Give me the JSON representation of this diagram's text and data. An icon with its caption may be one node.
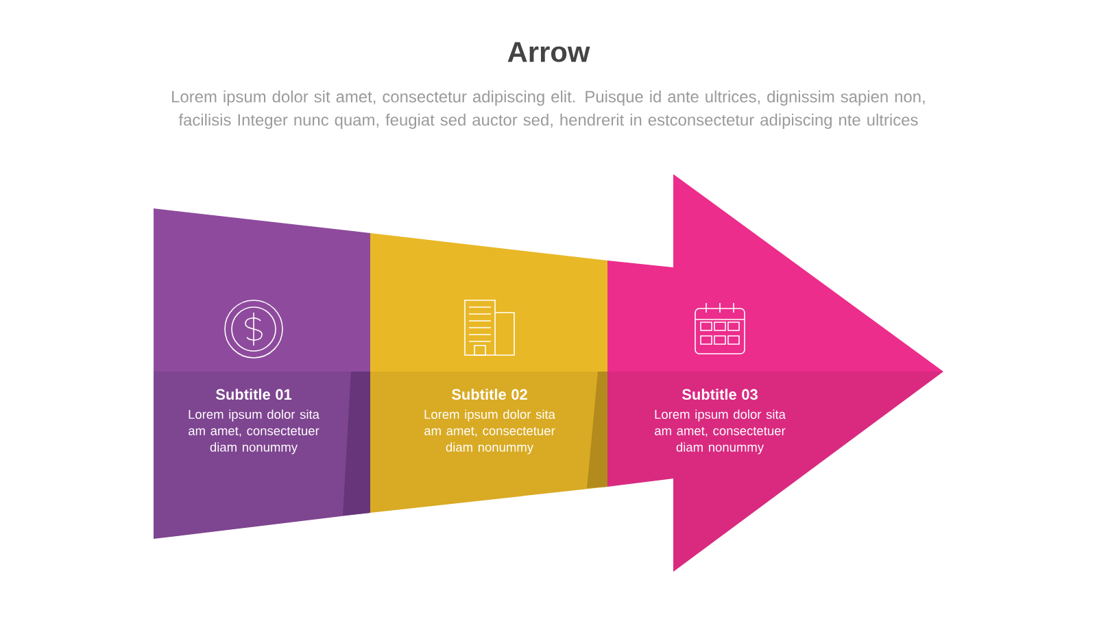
{
  "diagram": {
    "title": "Arrow",
    "nodes": [
      {
        "text": [
          "Subtitle 01",
          "Lorem ipsum dolor sita am amet, consectetuer diam nonummy"
        ]
      },
      {
        "text": [
          "Subtitle 02",
          "Lorem ipsum dolor sita am amet, consectetuer diam nonummy"
        ]
      },
      {
        "text": [
          "Subtitle 03",
          "Lorem ipsum dolor sita am amet, consectetuer diam nonummy"
        ]
      }
    ],
    "labels": [
      "Lorem ipsum dolor sit amet, consectetur adipiscing elit. Puisque id ante ultrices, dignissim sapien non, facilisis Integer nunc quam, feugiat sed auctor sed, hendrerit in estconsectetur adipiscing nte ultrices"
    ]
  }
}
